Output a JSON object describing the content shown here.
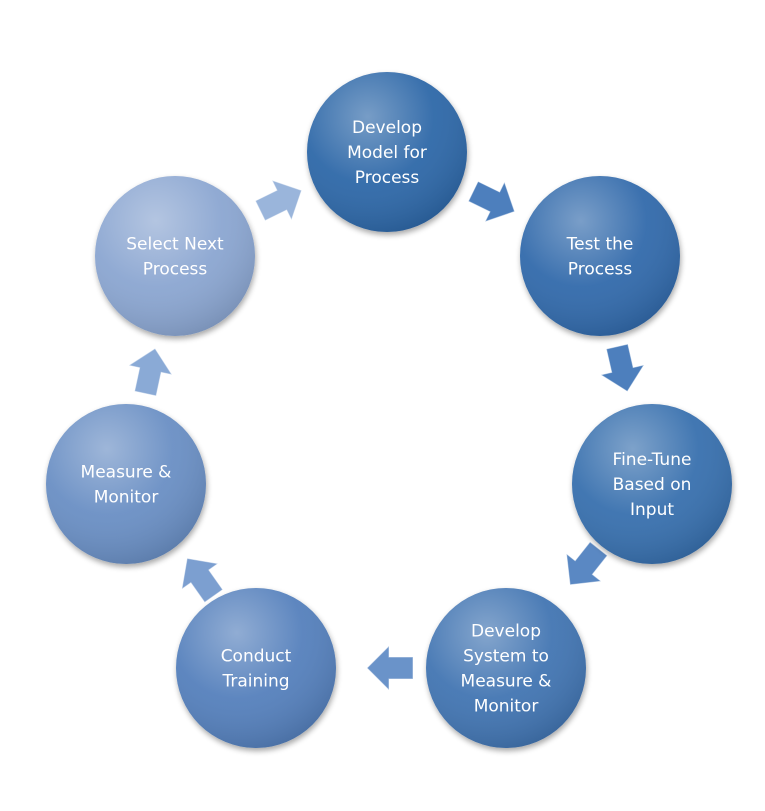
{
  "cycle": {
    "nodes": [
      {
        "id": "develop-model",
        "lines": [
          "Develop",
          "Model for",
          "Process"
        ],
        "color": "#2f67a8"
      },
      {
        "id": "test-process",
        "lines": [
          "Test the",
          "Process"
        ],
        "color": "#316aab"
      },
      {
        "id": "fine-tune",
        "lines": [
          "Fine-Tune",
          "Based on",
          "Input"
        ],
        "color": "#376fae"
      },
      {
        "id": "develop-system",
        "lines": [
          "Develop",
          "System to",
          "Measure &",
          "Monitor"
        ],
        "color": "#4274b2"
      },
      {
        "id": "conduct-training",
        "lines": [
          "Conduct",
          "Training"
        ],
        "color": "#5480bc"
      },
      {
        "id": "measure-monitor",
        "lines": [
          "Measure &",
          "Monitor"
        ],
        "color": "#6a8fc4"
      },
      {
        "id": "select-next",
        "lines": [
          "Select Next",
          "Process"
        ],
        "color": "#8ba6d1"
      }
    ],
    "arrow_colors": [
      "#4d7fbd",
      "#4d7fbd",
      "#5a88c3",
      "#6a93c9",
      "#7c9fd0",
      "#8aaad6",
      "#9ab5db"
    ]
  }
}
